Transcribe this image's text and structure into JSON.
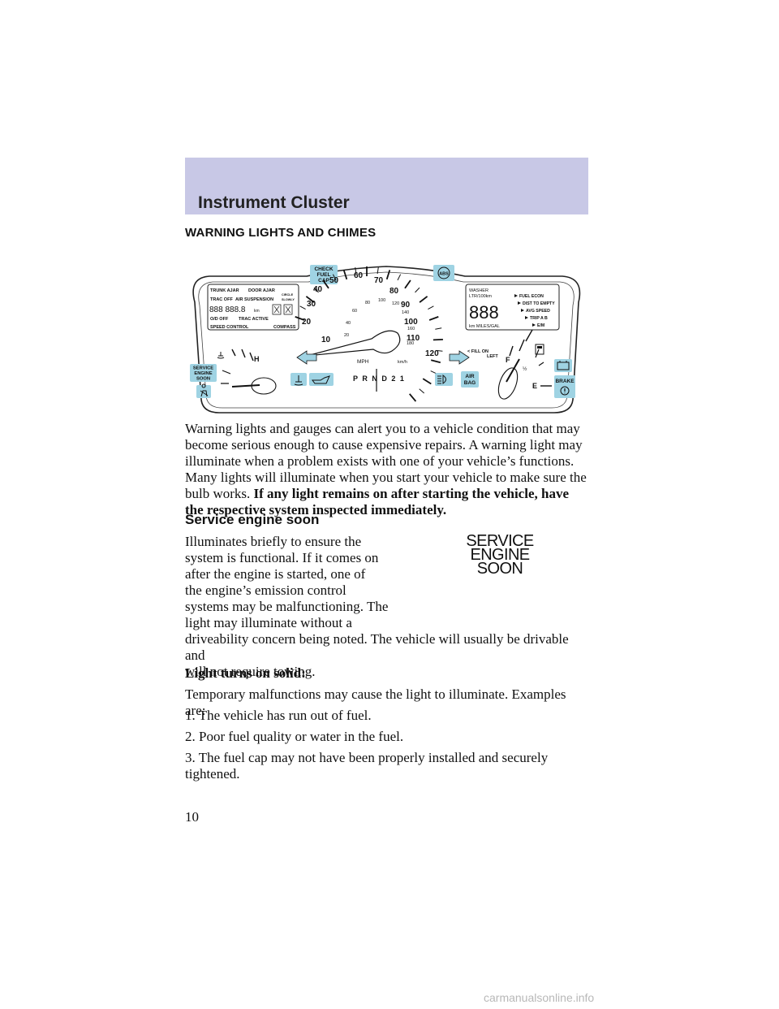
{
  "header": {
    "title": "Instrument Cluster"
  },
  "section": {
    "title": "WARNING LIGHTS AND CHIMES"
  },
  "cluster": {
    "check_fuel_cap": [
      "CHECK",
      "FUEL",
      "CAP"
    ],
    "abs": "ABS",
    "left_display": {
      "row1": [
        "TRUNK AJAR",
        "DOOR AJAR"
      ],
      "row2": [
        "TRAC OFF",
        "AIR SUSPENSION"
      ],
      "circle_slowly": [
        "CIRCLE",
        "SLOWLY"
      ],
      "odometer": "888 888.8",
      "km": "km",
      "row4": [
        "O/D OFF",
        "TRAC ACTIVE"
      ],
      "row5": [
        "SPEED CONTROL",
        "COMPASS"
      ]
    },
    "right_display": {
      "washer": "WASHER",
      "ltr": "LTR/100km",
      "digits": "888",
      "units": "km  MILES/GAL",
      "menu": [
        "FUEL ECON",
        "DIST TO EMPTY",
        "AVG SPEED",
        "TRIP A B",
        "E/M"
      ]
    },
    "mph_labels": [
      "10",
      "20",
      "30",
      "40",
      "50",
      "60",
      "70",
      "80",
      "90",
      "100",
      "110",
      "120"
    ],
    "kmh_labels": [
      "20",
      "40",
      "60",
      "80",
      "100",
      "120",
      "140",
      "160",
      "180"
    ],
    "mph": "MPH",
    "kmh": "km/h",
    "prndl": "P  R  N  D  2  1",
    "fill_on_left": [
      "< FILL ON",
      "LEFT"
    ],
    "service_engine_soon": [
      "SERVICE",
      "ENGINE",
      "SOON"
    ],
    "air_bag": [
      "AIR",
      "BAG"
    ],
    "brake": "BRAKE",
    "temp_h": "H",
    "fuel_f": "F",
    "fuel_half": "½",
    "fuel_e": "E"
  },
  "intro": {
    "lines": [
      "Warning lights and gauges can alert you to a vehicle condition that may",
      "become serious enough to cause expensive repairs. A warning light may",
      "illuminate when a problem exists with one of your vehicle’s functions.",
      "Many lights will illuminate when you start your vehicle to make sure the"
    ],
    "line5_start": "bulb works.",
    "line5_bold": "If any light remains on after starting the vehicle, have",
    "line6_bold": "the respective system inspected immediately."
  },
  "service_engine": {
    "heading": "Service engine soon",
    "lines": [
      "Illuminates briefly to ensure the",
      "system is functional. If it comes on",
      "after the engine is started, one of",
      "the engine’s emission control",
      "systems may be malfunctioning. The",
      "light may illuminate without a",
      "driveability concern being noted. The vehicle will usually be drivable and",
      "will not require towing."
    ],
    "icon": [
      "SERVICE",
      "ENGINE",
      "SOON"
    ],
    "solid_heading": "Light turns on solid:",
    "solid_intro": "Temporary malfunctions may cause the light to illuminate. Examples are:",
    "items": [
      "1. The vehicle has run out of fuel.",
      "2. Poor fuel quality or water in the fuel.",
      "3. The fuel cap may not have been properly installed and securely",
      "tightened."
    ]
  },
  "page_number": "10",
  "watermark": "carmanualsonline.info",
  "colors": {
    "header_bg": "#c8c8e6",
    "light_bg": "#9fd3e3"
  }
}
